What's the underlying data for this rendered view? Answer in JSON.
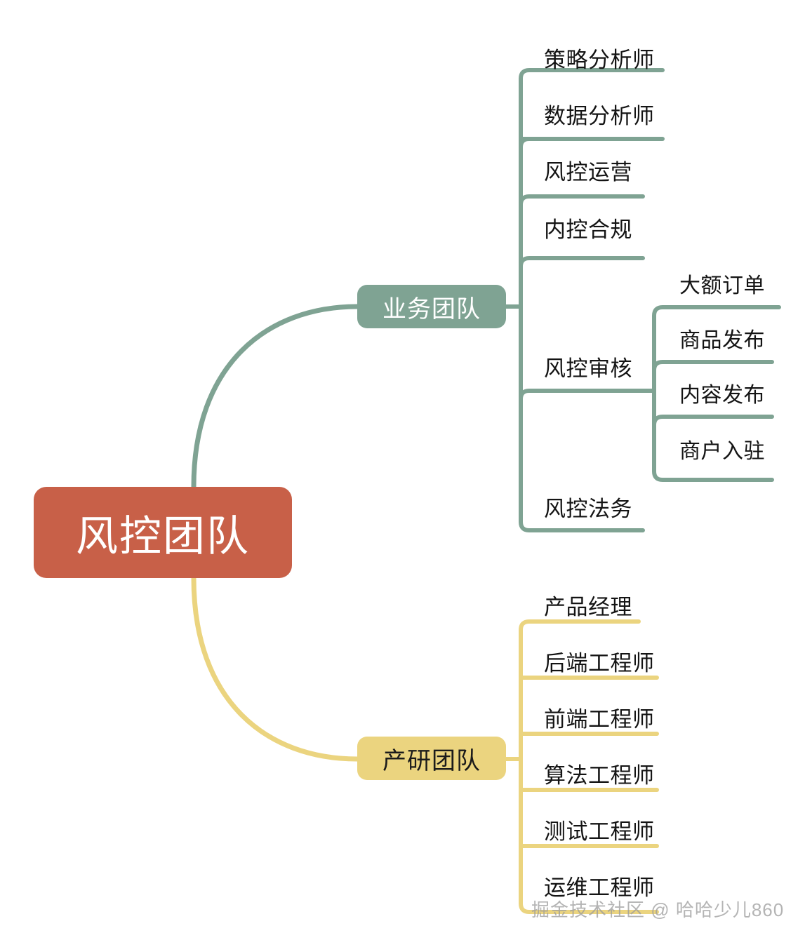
{
  "diagram": {
    "type": "mindmap",
    "title": "风控团队",
    "colors": {
      "root": "#C86048",
      "business_branch": "#7FA393",
      "product_branch": "#EBD47F",
      "leaf_text": "#141414",
      "background": "#FFFFFF",
      "watermark": "#9B9B9B"
    },
    "root": {
      "label": "风控团队"
    },
    "branches": [
      {
        "id": "business",
        "label": "业务团队",
        "color": "#7FA393",
        "children": [
          {
            "label": "策略分析师"
          },
          {
            "label": "数据分析师"
          },
          {
            "label": "风控运营"
          },
          {
            "label": "内控合规"
          },
          {
            "label": "风控审核",
            "children": [
              {
                "label": "大额订单"
              },
              {
                "label": "商品发布"
              },
              {
                "label": "内容发布"
              },
              {
                "label": "商户入驻"
              }
            ]
          },
          {
            "label": "风控法务"
          }
        ]
      },
      {
        "id": "product",
        "label": "产研团队",
        "color": "#EBD47F",
        "children": [
          {
            "label": "产品经理"
          },
          {
            "label": "后端工程师"
          },
          {
            "label": "前端工程师"
          },
          {
            "label": "算法工程师"
          },
          {
            "label": "测试工程师"
          },
          {
            "label": "运维工程师"
          }
        ]
      }
    ],
    "watermark": "掘金技术社区 @ 哈哈少儿860"
  }
}
